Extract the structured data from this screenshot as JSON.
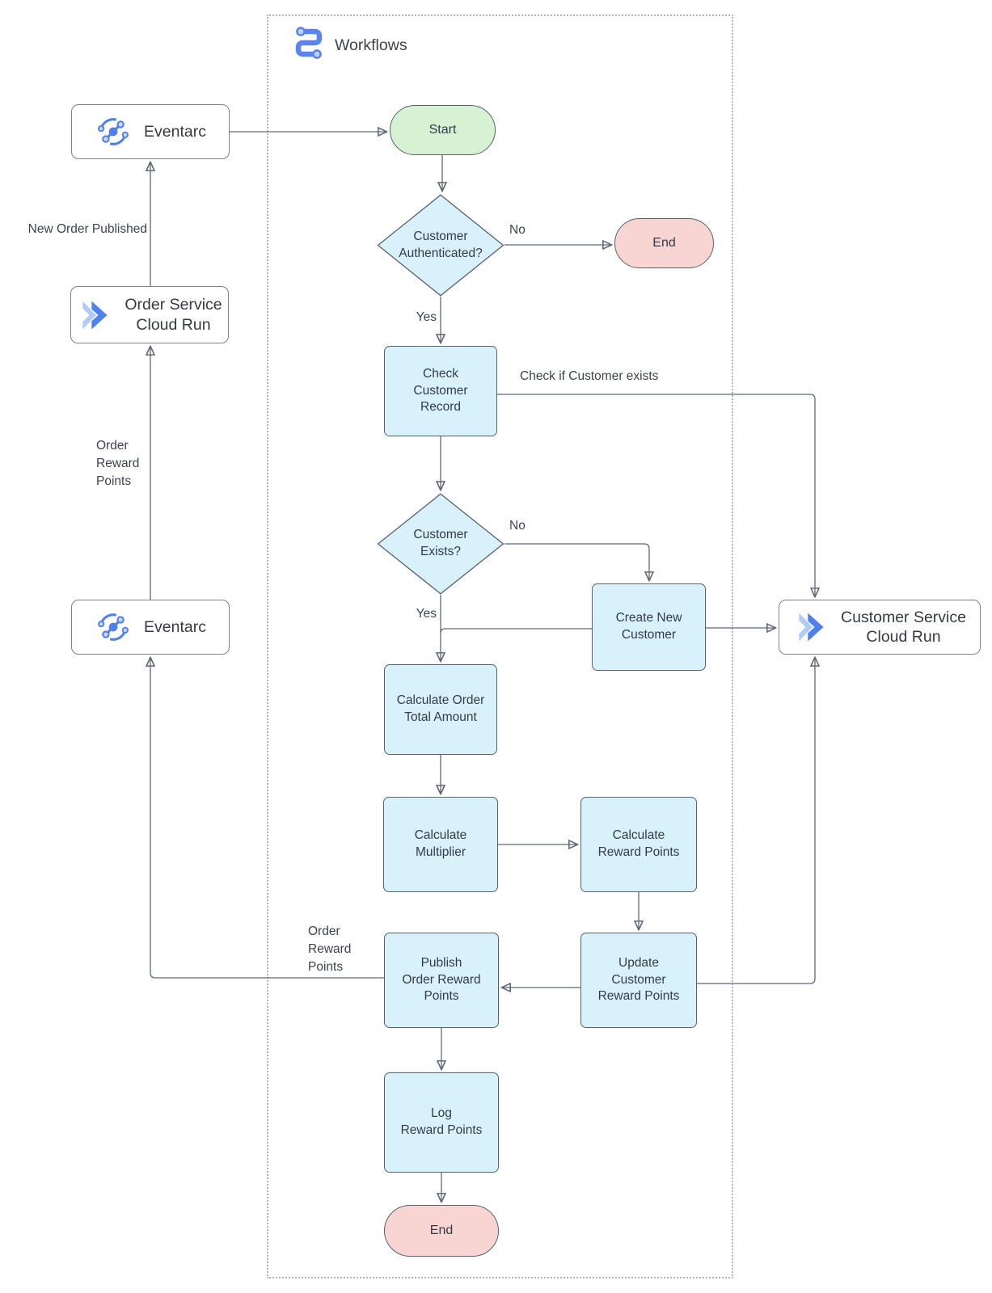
{
  "diagram": {
    "container_label": "Workflows"
  },
  "nodes": {
    "eventarc_top": {
      "label": "Eventarc"
    },
    "eventarc_bottom": {
      "label": "Eventarc"
    },
    "order_service": {
      "label": "Order Service\nCloud Run"
    },
    "customer_service": {
      "label": "Customer Service\nCloud Run"
    },
    "start": {
      "label": "Start"
    },
    "end_top": {
      "label": "End"
    },
    "end_bottom": {
      "label": "End"
    },
    "customer_authenticated": {
      "label": "Customer\nAuthenticated?"
    },
    "check_customer_record": {
      "label": "Check\nCustomer\nRecord"
    },
    "customer_exists": {
      "label": "Customer\nExists?"
    },
    "create_new_customer": {
      "label": "Create New\nCustomer"
    },
    "calculate_order_total": {
      "label": "Calculate Order\nTotal Amount"
    },
    "calculate_multiplier": {
      "label": "Calculate\nMultiplier"
    },
    "calculate_reward_points": {
      "label": "Calculate\nReward Points"
    },
    "update_customer_reward_points": {
      "label": "Update\nCustomer\nReward Points"
    },
    "publish_order_reward_points": {
      "label": "Publish\nOrder Reward\nPoints"
    },
    "log_reward_points": {
      "label": "Log\nReward Points"
    }
  },
  "edge_labels": {
    "auth_no": "No",
    "auth_yes": "Yes",
    "check_if_customer_exists": "Check if Customer exists",
    "exists_no": "No",
    "exists_yes": "Yes",
    "new_order_published": "New Order Published",
    "order_reward_points_left": "Order\nReward\nPoints",
    "order_reward_points_publish": "Order\nReward\nPoints"
  },
  "colors": {
    "process_fill": "#d8f1fb",
    "start_fill": "#d7f2d3",
    "end_fill": "#f8d5d3",
    "shape_border": "#57616d",
    "service_border": "#7d8288",
    "connector": "#5f6977",
    "icon_blue": "#4e80ee",
    "icon_light_blue": "#aecbfa"
  }
}
